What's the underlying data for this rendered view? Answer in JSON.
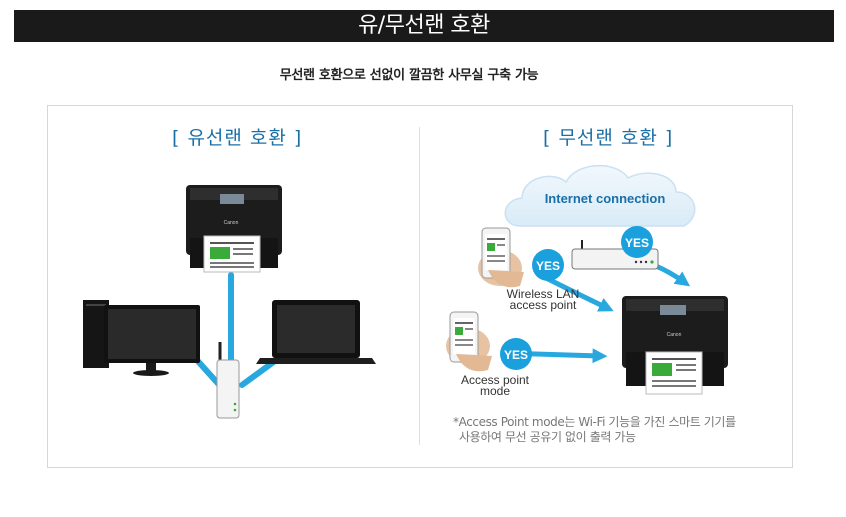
{
  "header": {
    "title": "유/무선랜 호환",
    "subtitle": "무선랜 호환으로 선없이 깔끔한 사무실 구축 가능"
  },
  "wired": {
    "title": "[ 유선랜 호환 ]"
  },
  "wireless": {
    "title": "[ 무선랜 호환 ]",
    "cloud_label": "Internet connection",
    "badge_text": "YES",
    "router_label_line1": "Wireless LAN",
    "router_label_line2": "access point",
    "ap_label_line1": "Access point",
    "ap_label_line2": "mode",
    "note_line1": "*Access Point mode는 Wi-Fi 기능을 가진 스마트 기기를",
    "note_line2": "사용하여 무선 공유기 없이 출력 가능",
    "brand_text": "Canon"
  },
  "colors": {
    "accent": "#1b6fa8",
    "cable": "#29a8e0",
    "badge": "#1aa0dc",
    "cloud": "#e3f1fa",
    "title_bar": "#1a1a1a"
  }
}
